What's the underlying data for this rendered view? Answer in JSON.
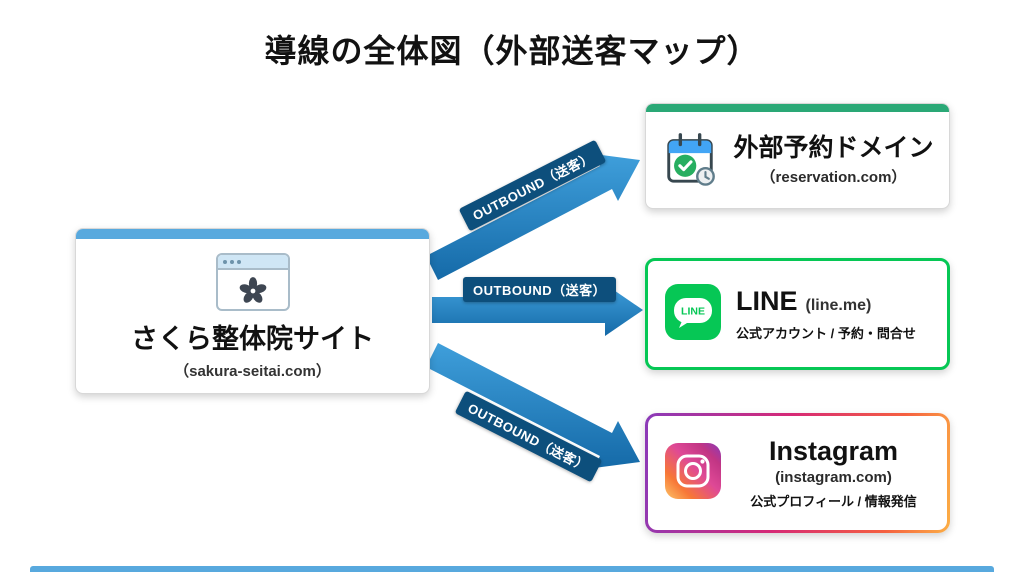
{
  "title": "導線の全体図（外部送客マップ）",
  "outbound_label": "OUTBOUND（送客）",
  "source": {
    "title": "さくら整体院サイト",
    "domain": "（sakura-seitai.com）"
  },
  "reservation": {
    "title": "外部予約ドメイン",
    "domain": "（reservation.com）"
  },
  "line": {
    "title": "LINE",
    "domain": "(line.me)",
    "description": "公式アカウント / 予約・問合せ",
    "icon_text": "LINE"
  },
  "instagram": {
    "title": "Instagram",
    "domain": "(instagram.com)",
    "description": "公式プロフィール / 情報発信"
  },
  "colors": {
    "arrow_blue": "#1e86c6",
    "label_bg": "#0d4f7c",
    "source_accent": "#58a9de",
    "reservation_accent": "#2aa876",
    "line_green": "#06C755",
    "instagram_gradient": [
      "#8a3ab9",
      "#d62976",
      "#f56040",
      "#fcaf45"
    ]
  }
}
